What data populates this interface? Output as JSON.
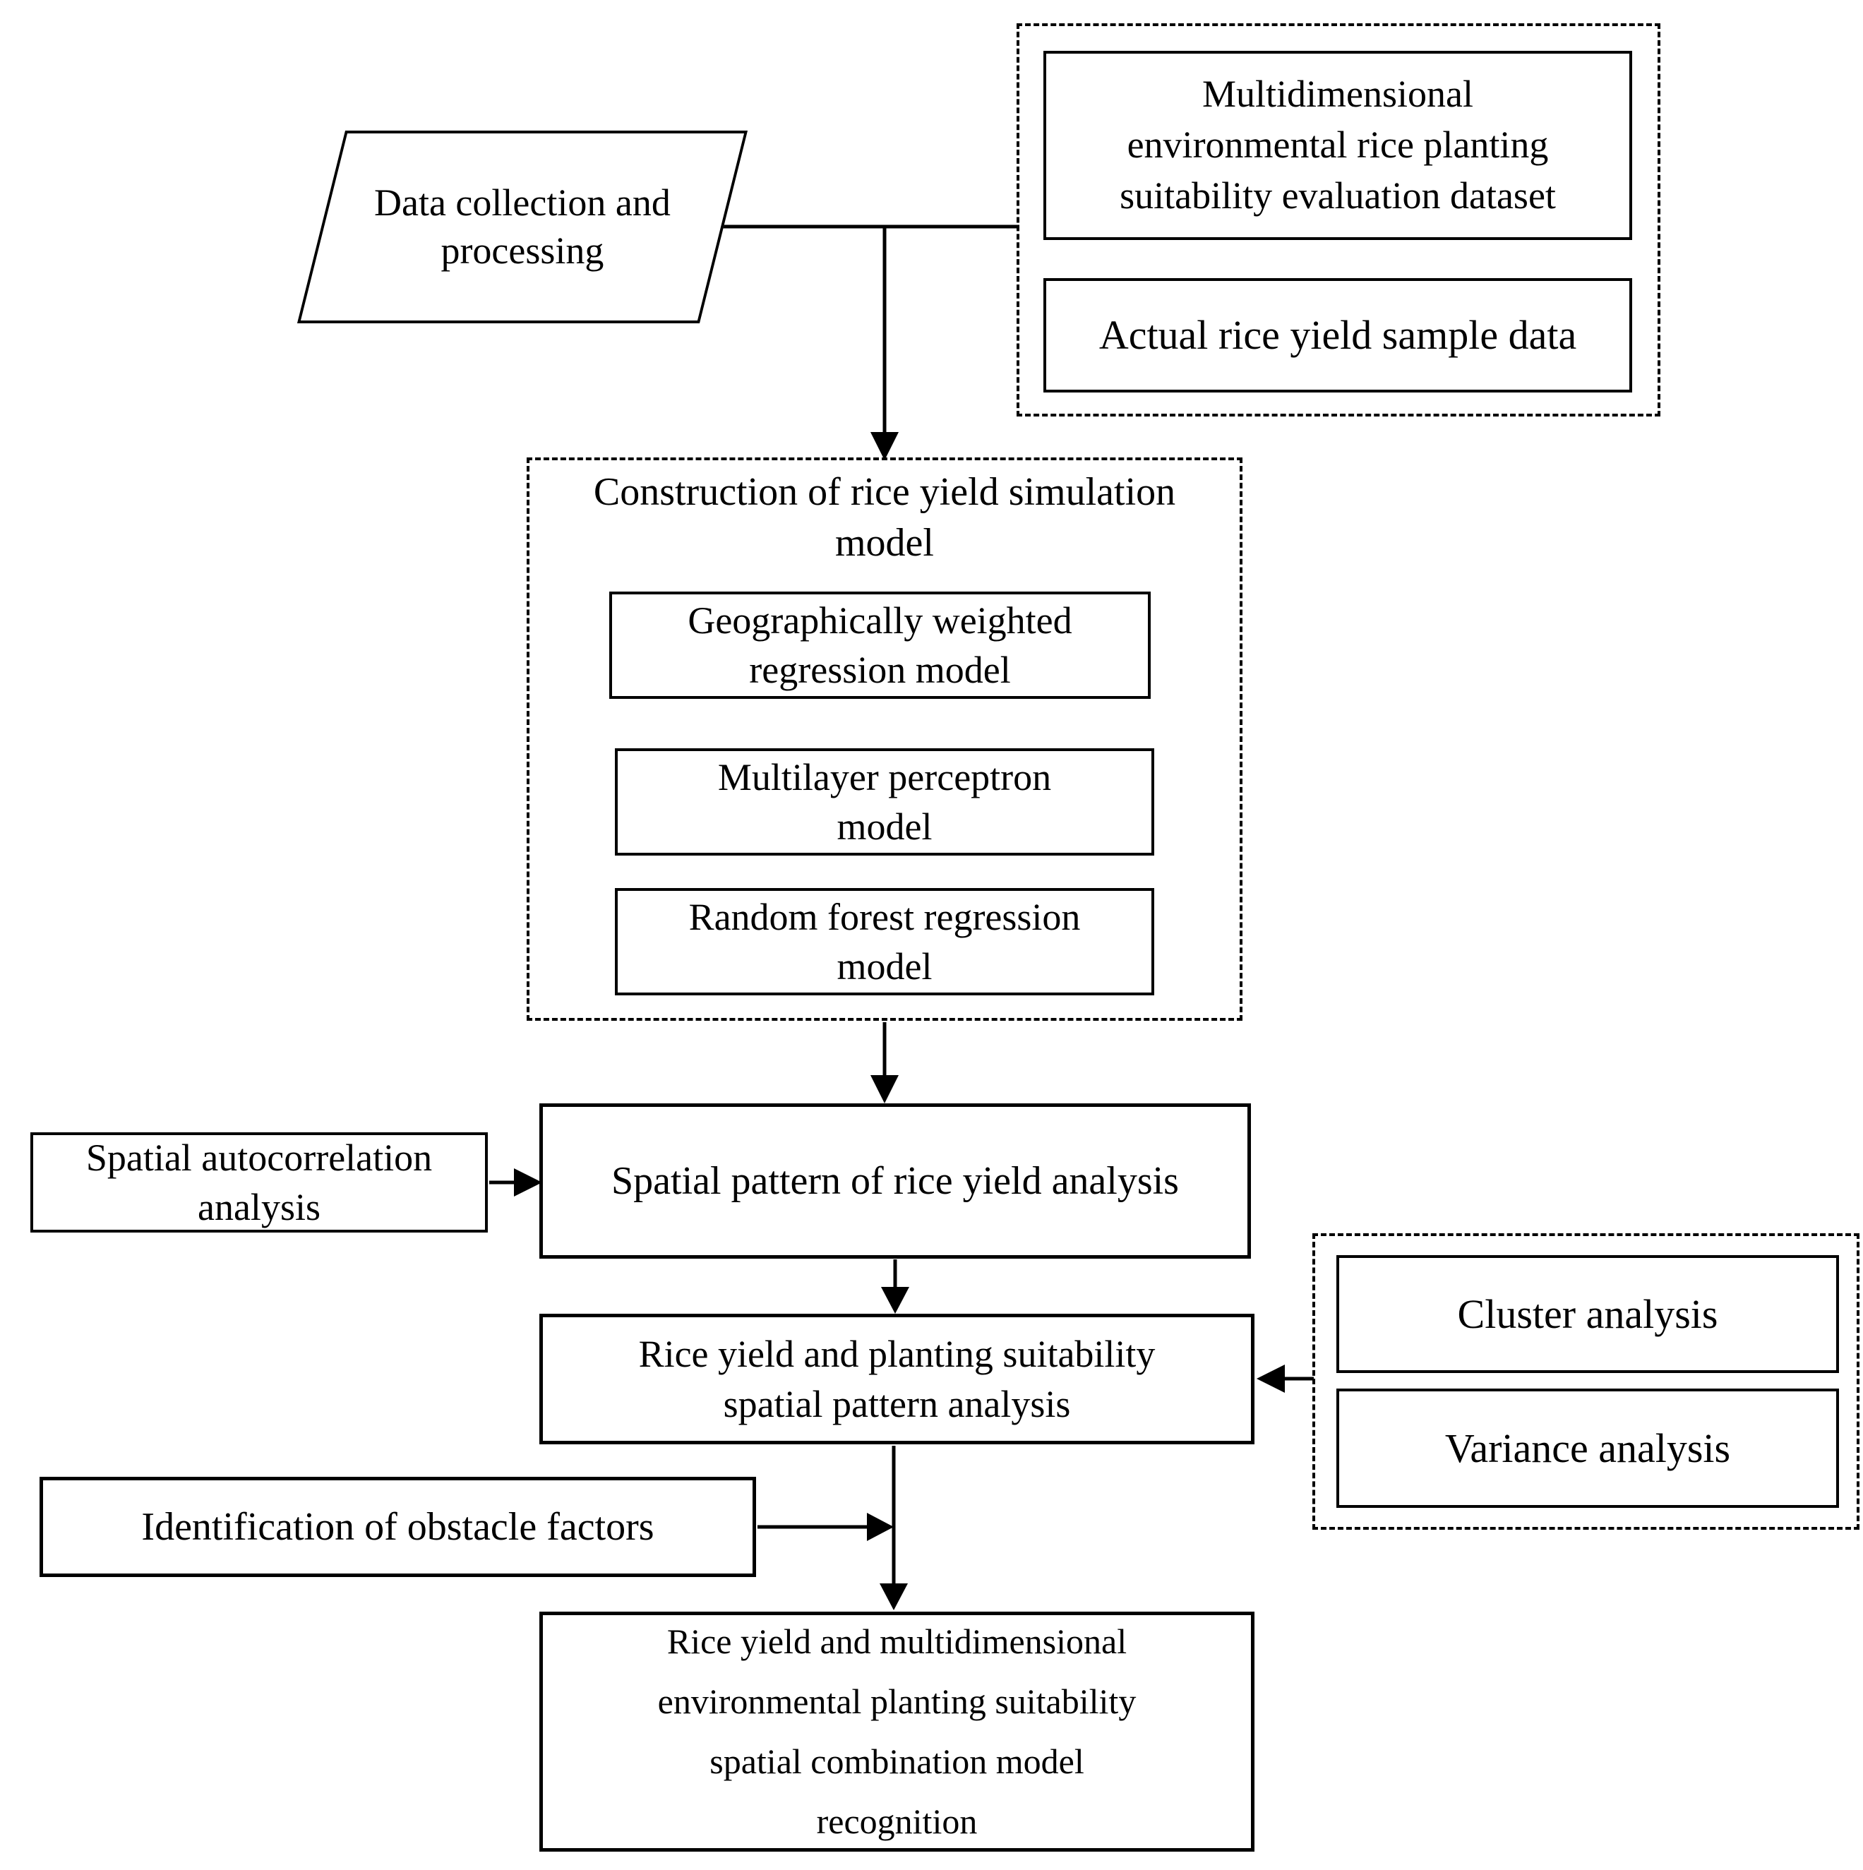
{
  "figure": {
    "background_color": "#ffffff",
    "line_color": "#000000",
    "nodes": {
      "data_collection": "Data collection and\nprocessing",
      "dataset_group": {
        "multidimensional_dataset": "Multidimensional\nenvironmental rice planting\nsuitability evaluation dataset",
        "actual_yield": "Actual rice yield sample data"
      },
      "construction_group": {
        "title": "Construction of rice yield simulation\nmodel",
        "gwr": "Geographically weighted\nregression  model",
        "mlp": "Multilayer perceptron\nmodel",
        "rfr": "Random forest regression\nmodel"
      },
      "spatial_autocorrelation": "Spatial autocorrelation\nanalysis",
      "spatial_pattern": "Spatial pattern of rice yield analysis",
      "yield_suitability_pattern": "Rice yield and planting suitability\nspatial pattern analysis",
      "analysis_group": {
        "cluster": "Cluster analysis",
        "variance": "Variance analysis"
      },
      "obstacle_factors": "Identification of obstacle factors",
      "final_recognition": "Rice yield and multidimensional\nenvironmental planting suitability\nspatial combination model\nrecognition"
    }
  }
}
